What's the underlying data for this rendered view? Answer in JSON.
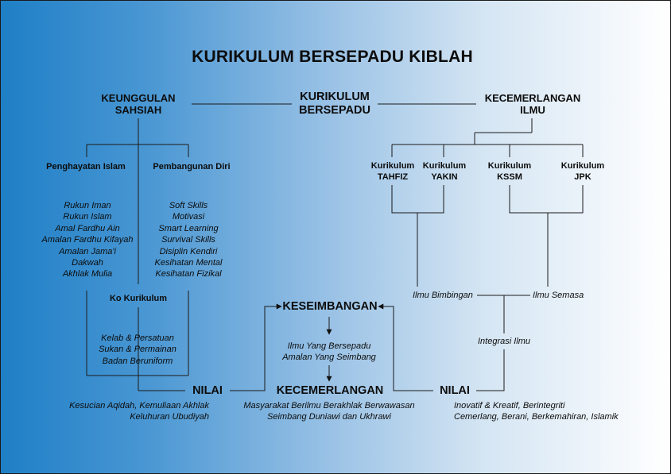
{
  "title": "KURIKULUM BERSEPADU KIBLAH",
  "center": {
    "line1": "KURIKULUM",
    "line2": "BERSEPADU"
  },
  "left_head": {
    "line1": "KEUNGGULAN",
    "line2": "SAHSIAH"
  },
  "right_head": {
    "line1": "KECEMERLANGAN",
    "line2": "ILMU"
  },
  "penghayatan": {
    "label": "Penghayatan Islam",
    "items": [
      "Rukun Iman",
      "Rukun Islam",
      "Amal Fardhu Ain",
      "Amalan Fardhu Kifayah",
      "Amalan Jama'i",
      "Dakwah",
      "Akhlak Mulia"
    ]
  },
  "pembangunan": {
    "label": "Pembangunan Diri",
    "items": [
      "Soft Skills",
      "Motivasi",
      "Smart Learning",
      "Survival Skills",
      "Disiplin Kendiri",
      "Kesihatan Mental",
      "Kesihatan Fizikal"
    ]
  },
  "ko_kurikulum": {
    "label": "Ko Kurikulum",
    "items": [
      "Kelab & Persatuan",
      "Sukan & Permainan",
      "Badan Beruniform"
    ]
  },
  "curricula": {
    "tahfiz": {
      "line1": "Kurikulum",
      "line2": "TAHFIZ"
    },
    "yakin": {
      "line1": "Kurikulum",
      "line2": "YAKIN"
    },
    "kssm": {
      "line1": "Kurikulum",
      "line2": "KSSM"
    },
    "jpk": {
      "line1": "Kurikulum",
      "line2": "JPK"
    }
  },
  "ilmu_bimbingan": "Ilmu Bimbingan",
  "ilmu_semasa": "Ilmu Semasa",
  "integrasi_ilmu": "Integrasi Ilmu",
  "keseimbangan": "KESEIMBANGAN",
  "middle_items": [
    "Ilmu Yang Bersepadu",
    "Amalan Yang Seimbang"
  ],
  "kecemerlangan": "KECEMERLANGAN",
  "kecemerlangan_desc": [
    "Masyarakat Berilmu Berakhlak Berwawasan",
    "Seimbang Duniawi dan Ukhrawi"
  ],
  "nilai_left": {
    "label": "NILAI",
    "desc": [
      "Kesucian Aqidah, Kemuliaan Akhlak",
      "Keluhuran Ubudiyah"
    ]
  },
  "nilai_right": {
    "label": "NILAI",
    "desc": [
      "Inovatif & Kreatif, Berintegriti",
      "Cemerlang, Berani, Berkemahiran, Islamik"
    ]
  }
}
